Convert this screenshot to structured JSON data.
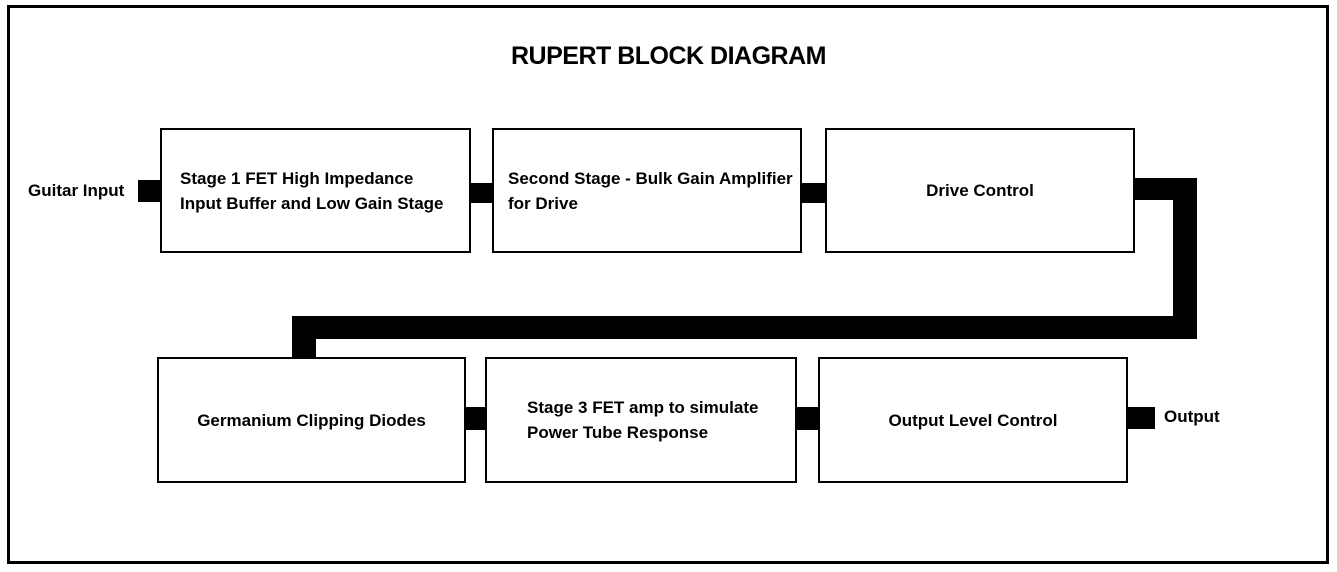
{
  "title": "RUPERT BLOCK DIAGRAM",
  "labels": {
    "input": "Guitar Input",
    "output": "Output"
  },
  "blocks": [
    {
      "name": "stage1-fet-buffer",
      "lines": [
        "Stage 1 FET High Impedance",
        "Input Buffer and Low Gain Stage"
      ]
    },
    {
      "name": "second-stage-gain",
      "lines": [
        "Second Stage - Bulk Gain Amplifier",
        "for Drive"
      ]
    },
    {
      "name": "drive-control",
      "lines": [
        "Drive Control"
      ]
    },
    {
      "name": "germanium-diodes",
      "lines": [
        "Germanium Clipping Diodes"
      ]
    },
    {
      "name": "stage3-fet-amp",
      "lines": [
        "Stage 3 FET amp to simulate",
        "Power Tube Response"
      ]
    },
    {
      "name": "output-level-control",
      "lines": [
        "Output Level Control"
      ]
    }
  ],
  "colors": {
    "ink": "#000000",
    "background": "#ffffff"
  }
}
